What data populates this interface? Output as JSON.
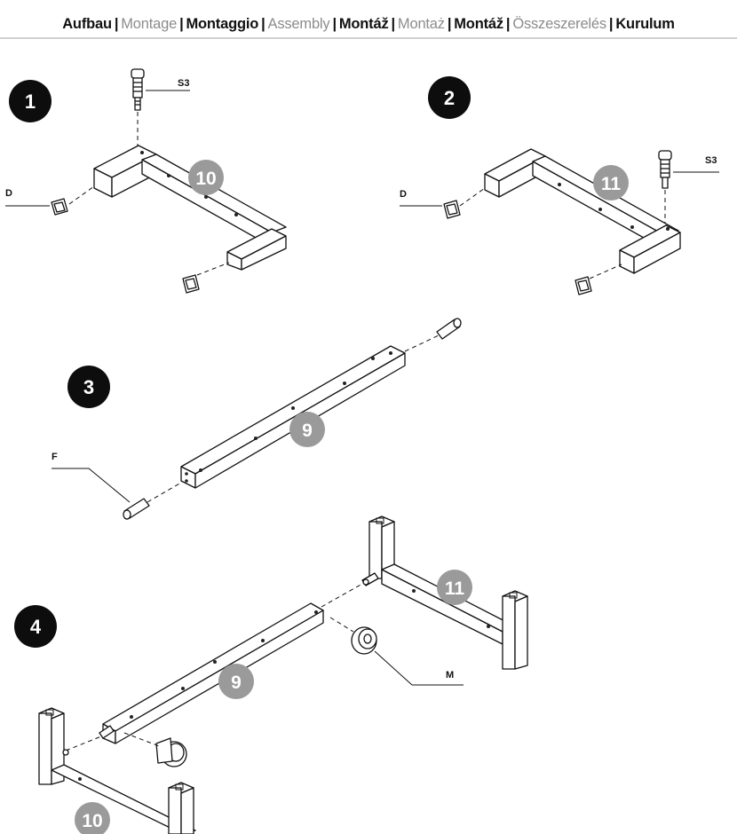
{
  "header": {
    "languages": [
      {
        "text": "Aufbau",
        "dim": false
      },
      {
        "text": "Montage",
        "dim": true
      },
      {
        "text": "Montaggio",
        "dim": false
      },
      {
        "text": "Assembly",
        "dim": true
      },
      {
        "text": "Montáž",
        "dim": false
      },
      {
        "text": "Montaż",
        "dim": true
      },
      {
        "text": "Montáž",
        "dim": false
      },
      {
        "text": "Összeszerelés",
        "dim": true
      },
      {
        "text": "Kurulum",
        "dim": false
      }
    ],
    "separator": "|"
  },
  "steps": [
    {
      "number": "1",
      "part_number": "10",
      "labels": {
        "screw": "S3",
        "foot": "D"
      }
    },
    {
      "number": "2",
      "part_number": "11",
      "labels": {
        "screw": "S3",
        "foot": "D"
      }
    },
    {
      "number": "3",
      "part_number": "9",
      "labels": {
        "dowel": "F"
      }
    },
    {
      "number": "4",
      "part_numbers": {
        "crossbar": "9",
        "right_frame": "11",
        "left_frame": "10"
      },
      "labels": {
        "cam_lock": "M"
      }
    }
  ],
  "colors": {
    "step_badge": "#0d0d0d",
    "part_badge": "#9a9a9a",
    "dim_language": "#8c8c8c",
    "line": "#111111"
  }
}
